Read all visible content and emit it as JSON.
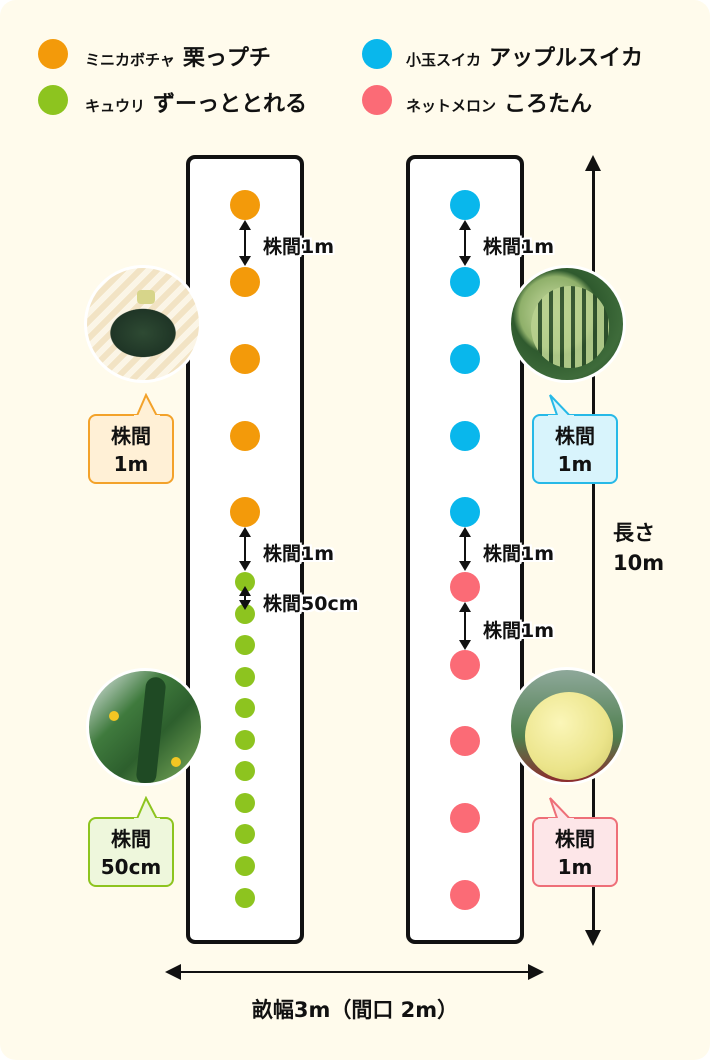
{
  "legend": [
    {
      "category": "ミニカボチャ",
      "variety": "栗っプチ",
      "color": "#f39a0a"
    },
    {
      "category": "キュウリ",
      "variety": "ずーっととれる",
      "color": "#8dc41f"
    },
    {
      "category": "小玉スイカ",
      "variety": "アップルスイカ",
      "color": "#09b7ec"
    },
    {
      "category": "ネットメロン",
      "variety": "ころたん",
      "color": "#fb6b76"
    }
  ],
  "left_bed": {
    "pumpkin_plants": 5,
    "cucumber_plants": 11,
    "labels": [
      "株間1m",
      "株間1m",
      "株間50cm"
    ]
  },
  "right_bed": {
    "watermelon_plants": 5,
    "melon_plants": 5,
    "labels": [
      "株間1m",
      "株間1m",
      "株間1m"
    ]
  },
  "callouts": {
    "pumpkin": {
      "line1": "株間",
      "line2": "1m",
      "photo": "pumpkin"
    },
    "watermelon": {
      "line1": "株間",
      "line2": "1m",
      "photo": "watermelon"
    },
    "cucumber": {
      "line1": "株間",
      "line2": "50cm",
      "photo": "cucumber"
    },
    "melon": {
      "line1": "株間",
      "line2": "1m",
      "photo": "melon"
    }
  },
  "dimensions": {
    "length_line1": "長さ",
    "length_line2": "10m",
    "width_label": "畝幅3m（間口 2m）"
  }
}
